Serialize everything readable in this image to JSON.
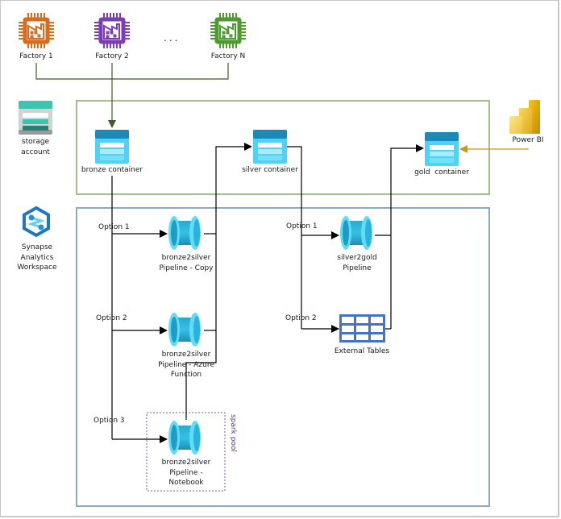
{
  "diagram": {
    "factories": [
      {
        "label": "Factory 1",
        "color": "#d96a1e"
      },
      {
        "label": "Factory 2",
        "color": "#7b3fb3"
      },
      {
        "label": "Factory N",
        "color": "#4e9a2e"
      }
    ],
    "ellipsis": "...",
    "side_labels": {
      "storage_account": [
        "storage",
        "account"
      ],
      "synapse": [
        "Synapse",
        "Analytics",
        "Workspace"
      ]
    },
    "containers": {
      "bronze": "bronze container",
      "silver": "silver container",
      "gold": "gold  container"
    },
    "power_bi": "Power BI",
    "options": {
      "b_opt1": "Option 1",
      "b_opt2": "Option 2",
      "b_opt3": "Option 3",
      "s_opt1": "Option 1",
      "s_opt2": "Option 2"
    },
    "pipelines": {
      "copy": [
        "bronze2silver",
        "Pipeline - Copy"
      ],
      "azure_function": [
        "bronze2silver",
        "Pipeline - Azure",
        "Function"
      ],
      "notebook": [
        "bronze2silver",
        "Pipeline -",
        "Notebook"
      ],
      "silver2gold": [
        "silver2gold",
        "Pipeline"
      ]
    },
    "external_tables": "External Tables",
    "spark_pool": "spark pool",
    "colors": {
      "storage_group_border": "#82a866",
      "synapse_group_border": "#8fa9bf",
      "flow_line": "#000000",
      "ingest_line": "#3b5e22",
      "powerbi_line": "#c99a10",
      "spark_pool_border": "#8a4fc0"
    }
  }
}
